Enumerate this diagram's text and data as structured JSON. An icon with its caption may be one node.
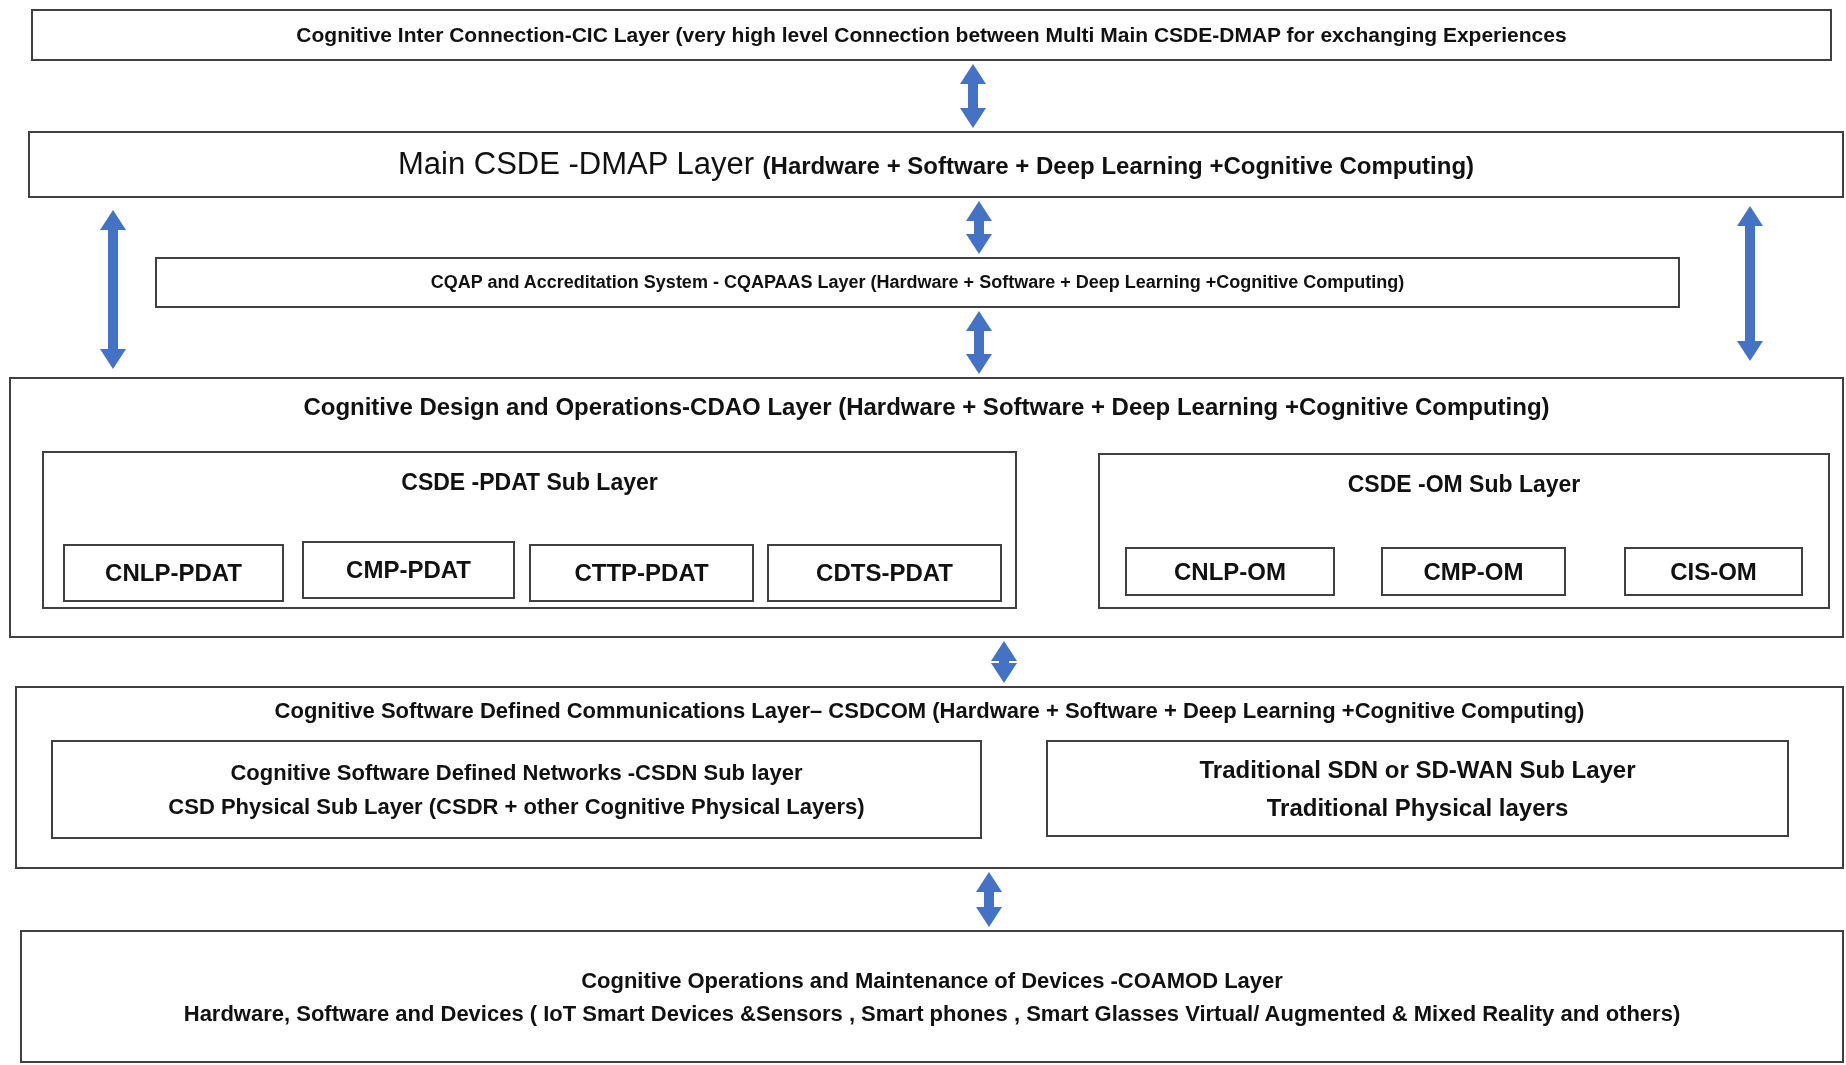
{
  "diagram": {
    "nodes": [
      {
        "text": [
          "Cognitive Inter Connection-CIC Layer (very high level Connection between Multi Main CSDE-DMAP for exchanging Experiences"
        ]
      },
      {
        "text": [
          "Main CSDE -DMAP Layer **(Hardware + Software + Deep Learning +Cognitive Computing)**"
        ]
      },
      {
        "text": [
          "CQAP and Accreditation System - CQAPAAS Layer (Hardware + Software + Deep Learning +Cognitive Computing)"
        ]
      },
      {
        "text": [
          "Cognitive Design and Operations-CDAO Layer (Hardware + Software + Deep Learning +Cognitive Computing)"
        ]
      },
      {
        "text": [
          "CSDE -PDAT Sub Layer"
        ],
        "in": 3
      },
      {
        "text": [
          "CNLP-PDAT"
        ],
        "in": 4
      },
      {
        "text": [
          "CMP-PDAT"
        ],
        "in": 4
      },
      {
        "text": [
          "CTTP-PDAT"
        ],
        "in": 4
      },
      {
        "text": [
          "CDTS-PDAT"
        ],
        "in": 4
      },
      {
        "text": [
          "CSDE -OM Sub Layer"
        ],
        "in": 3
      },
      {
        "text": [
          "CNLP-OM"
        ],
        "in": 9
      },
      {
        "text": [
          "CMP-OM"
        ],
        "in": 9
      },
      {
        "text": [
          "CIS-OM"
        ],
        "in": 9
      },
      {
        "text": [
          "Cognitive Software Defined Communications Layer– CSDCOM (Hardware + Software + Deep Learning +Cognitive Computing)"
        ]
      },
      {
        "text": [
          "Cognitive Software Defined Networks -CSDN Sub layer",
          "CSD Physical Sub Layer (CSDR + other Cognitive Physical Layers)"
        ],
        "in": 13
      },
      {
        "text": [
          "Traditional SDN or SD-WAN Sub Layer",
          "Traditional Physical layers"
        ],
        "in": 13
      },
      {
        "text": [
          "Cognitive Operations and Maintenance of Devices -COAMOD Layer",
          "Hardware, Software and Devices ( IoT Smart Devices &Sensors , Smart phones , Smart Glasses Virtual/ Augmented & Mixed Reality and others)"
        ]
      }
    ],
    "edges": [
      {
        "from": 0,
        "to": 1,
        "arrow": "both"
      },
      {
        "from": 1,
        "to": 2,
        "arrow": "both"
      },
      {
        "from": 2,
        "to": 3,
        "arrow": "both"
      },
      {
        "from": 1,
        "to": 3,
        "arrow": "both"
      },
      {
        "from": 1,
        "to": 3,
        "arrow": "both"
      },
      {
        "from": 3,
        "to": 13,
        "arrow": "both"
      },
      {
        "from": 13,
        "to": 16,
        "arrow": "both"
      }
    ]
  }
}
